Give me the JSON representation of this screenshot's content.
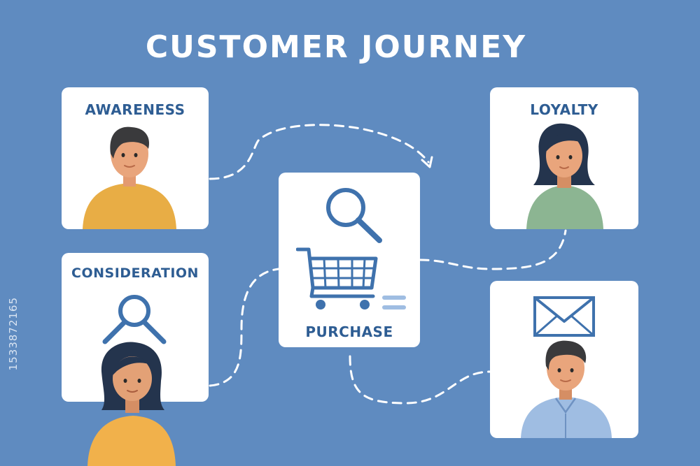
{
  "title": "CUSTOMER JOURNEY",
  "stages": {
    "awareness": "AWARENESS",
    "consideration": "CONSIDERATION",
    "purchase": "PURCHASE",
    "loyalty": "LOYALTY"
  },
  "side_id": "1533872165",
  "colors": {
    "background": "#5f8bc0",
    "card": "#ffffff",
    "label": "#2e5d93",
    "icon": "#3f72ad",
    "shirt_yellow": "#e8ad45",
    "shirt_green": "#8cb592",
    "shirt_blue": "#9fbde2",
    "hair": "#3a3a3c",
    "skin": "#e9a57c"
  }
}
